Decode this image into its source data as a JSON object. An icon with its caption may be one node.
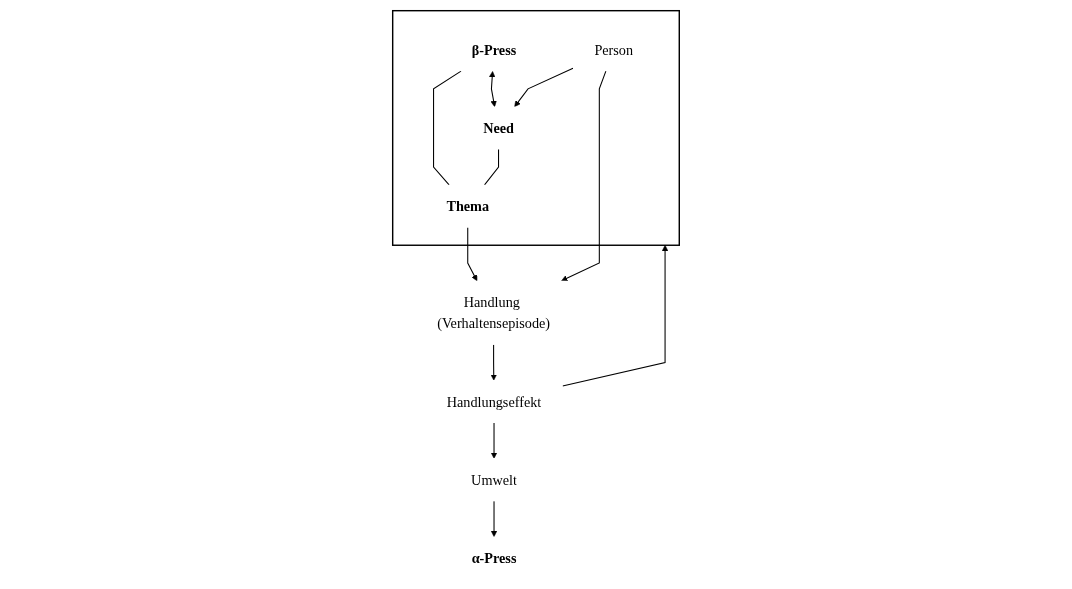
{
  "diagram": {
    "nodes": [
      {
        "text": [
          "Umwelt"
        ]
      },
      {
        "text": [
          "α-Press"
        ]
      },
      {
        "text": [],
        "shape": "box"
      },
      {
        "text": [
          "β-Press"
        ],
        "in": 2
      },
      {
        "text": [
          "Need"
        ],
        "in": 2
      },
      {
        "text": [
          "Person"
        ],
        "in": 2
      },
      {
        "text": [
          "Thema"
        ],
        "in": 2
      },
      {
        "text": [
          "Handlung (Verhaltensepisode)"
        ]
      },
      {
        "text": [
          "Handlungseffekt"
        ]
      }
    ],
    "edges": [
      {
        "from": 0,
        "to": 1,
        "arrow": "to"
      },
      {
        "from": 3,
        "to": 4,
        "arrow": "both"
      },
      {
        "from": 5,
        "to": 4,
        "arrow": "to"
      },
      {
        "from": 3,
        "to": 6,
        "arrow": "none"
      },
      {
        "from": 4,
        "to": 6,
        "arrow": "none"
      },
      {
        "from": 6,
        "to": 7,
        "arrow": "to"
      },
      {
        "from": 5,
        "to": 7,
        "arrow": "to"
      },
      {
        "from": 7,
        "to": 8,
        "arrow": "to"
      },
      {
        "from": 8,
        "to": 0,
        "arrow": "to"
      },
      {
        "from": 8,
        "to": 2,
        "arrow": "to"
      }
    ]
  }
}
